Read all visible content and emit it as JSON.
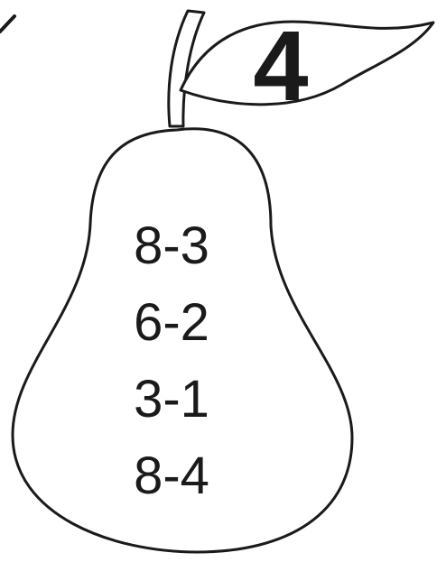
{
  "leaf": {
    "number": "4"
  },
  "pear": {
    "problems": [
      "8-3",
      "6-2",
      "3-1",
      "8-4"
    ]
  },
  "colors": {
    "ink": "#1a1a1a",
    "background": "#ffffff"
  }
}
